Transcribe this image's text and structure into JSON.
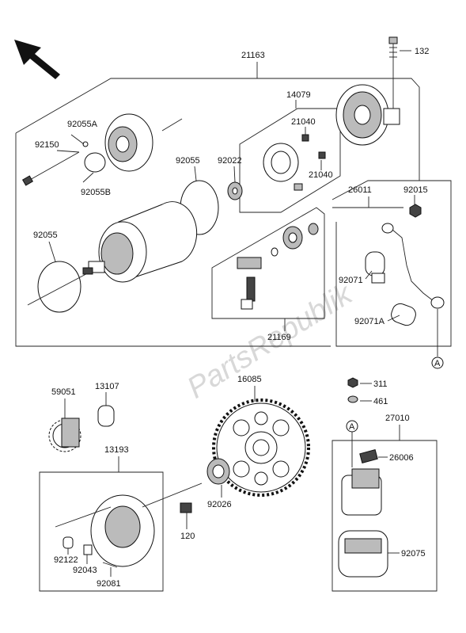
{
  "parts": {
    "p21163": "21163",
    "p132": "132",
    "p14079": "14079",
    "p92055A": "92055A",
    "p92150": "92150",
    "p21040a": "21040",
    "p21040b": "21040",
    "p92055B": "92055B",
    "p92055_top": "92055",
    "p92022": "92022",
    "p26011": "26011",
    "p92015": "92015",
    "p92055_left": "92055",
    "p92071": "92071",
    "p92071A": "92071A",
    "p21169": "21169",
    "p59051": "59051",
    "p13107": "13107",
    "p16085": "16085",
    "p311": "311",
    "p461": "461",
    "p27010": "27010",
    "p26006": "26006",
    "p13193": "13193",
    "p92026": "92026",
    "p120": "120",
    "p92122": "92122",
    "p92043": "92043",
    "p92081": "92081",
    "p92075": "92075"
  },
  "connectors": {
    "a_top": "A",
    "a_bottom": "A"
  },
  "watermark": "PartsRepublik",
  "icons": {
    "front_arrow": "front-direction-arrow-icon"
  }
}
